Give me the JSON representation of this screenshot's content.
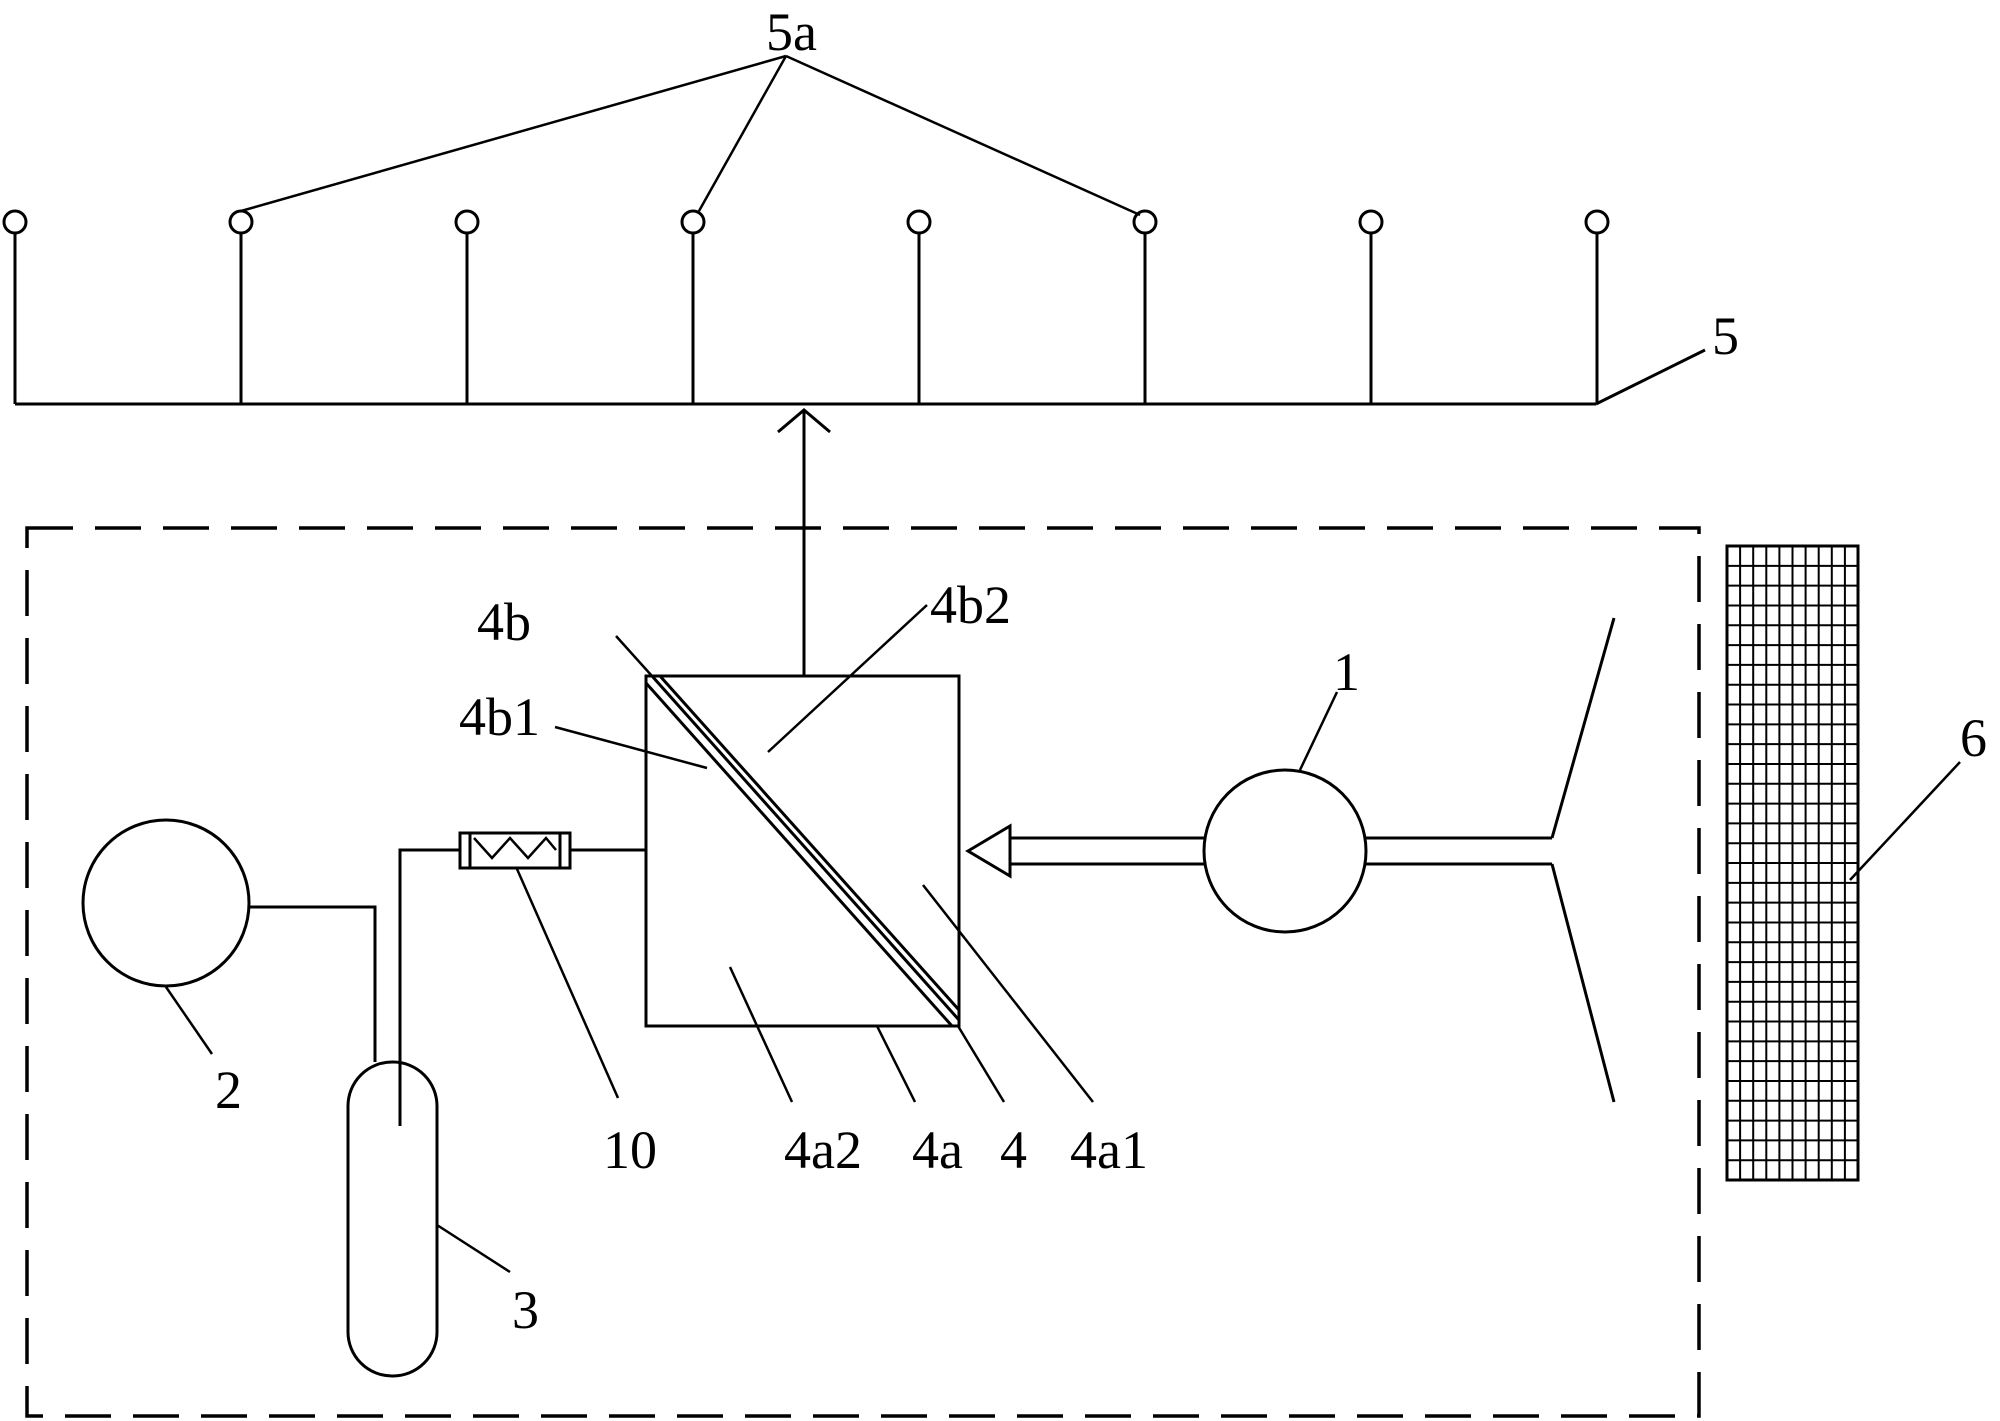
{
  "labels": {
    "pipe_network": "5",
    "nozzles": "5a",
    "fan": "1",
    "pump": "2",
    "tank": "3",
    "heat_exchanger": "4",
    "core_a": "4a",
    "channel_a1": "4a1",
    "channel_a2": "4a2",
    "plate_b": "4b",
    "plate_b1": "4b1",
    "plate_b2": "4b2",
    "filter": "6",
    "heater": "10"
  },
  "colors": {
    "line": "#000000",
    "stipple": "#b5b5b5",
    "background": "#ffffff"
  }
}
